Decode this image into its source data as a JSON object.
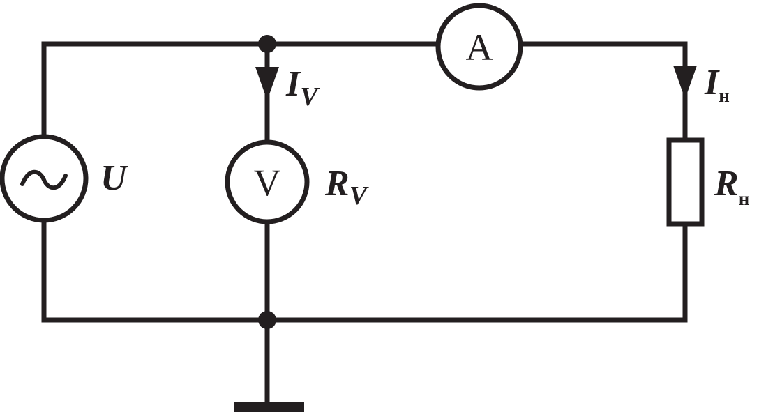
{
  "source": {
    "symbol": "~",
    "label": "U"
  },
  "voltmeter": {
    "letter": "V",
    "current_main": "I",
    "current_sub": "V",
    "resistance_main": "R",
    "resistance_sub": "V"
  },
  "ammeter": {
    "letter": "A"
  },
  "load": {
    "current_main": "I",
    "current_sub": "н",
    "resistance_main": "R",
    "resistance_sub": "н"
  },
  "colors": {
    "ink": "#231f20",
    "background": "#ffffff"
  }
}
